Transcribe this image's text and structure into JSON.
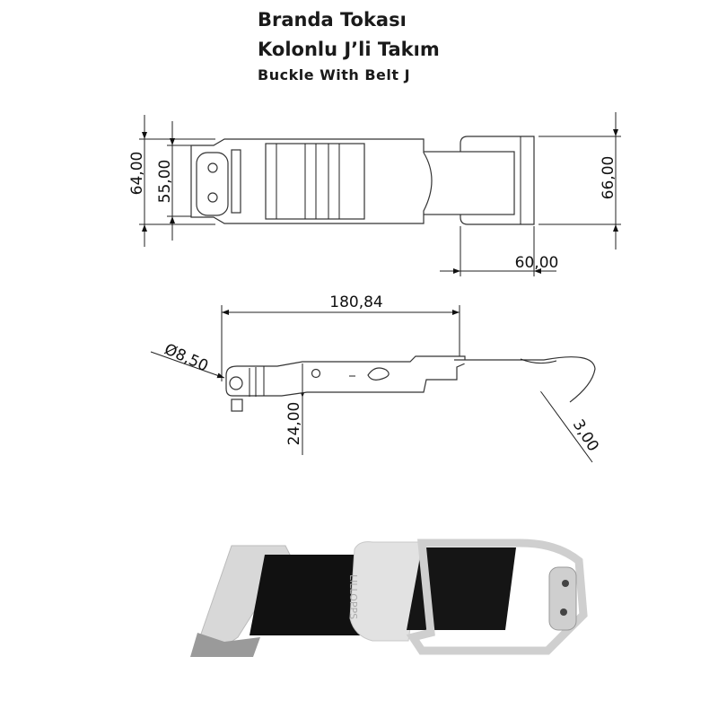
{
  "header": {
    "title_tr_line1": "Branda Tokası",
    "title_tr_line2": "Kolonlu J’li Takım",
    "title_en": "Buckle With Belt J"
  },
  "top_view": {
    "dim_overall_height": "64,00",
    "dim_inner_height": "55,00",
    "dim_plate_height": "66,00",
    "dim_plate_width": "60,00"
  },
  "side_view": {
    "dim_length": "180,84",
    "dim_hole_diameter": "Ø8,50",
    "dim_height": "24,00",
    "dim_wire": "3,00"
  },
  "photo": {
    "logo_text": "LILLOPPS",
    "strap_color": "#111111",
    "metal_color": "#d9d9d9"
  }
}
